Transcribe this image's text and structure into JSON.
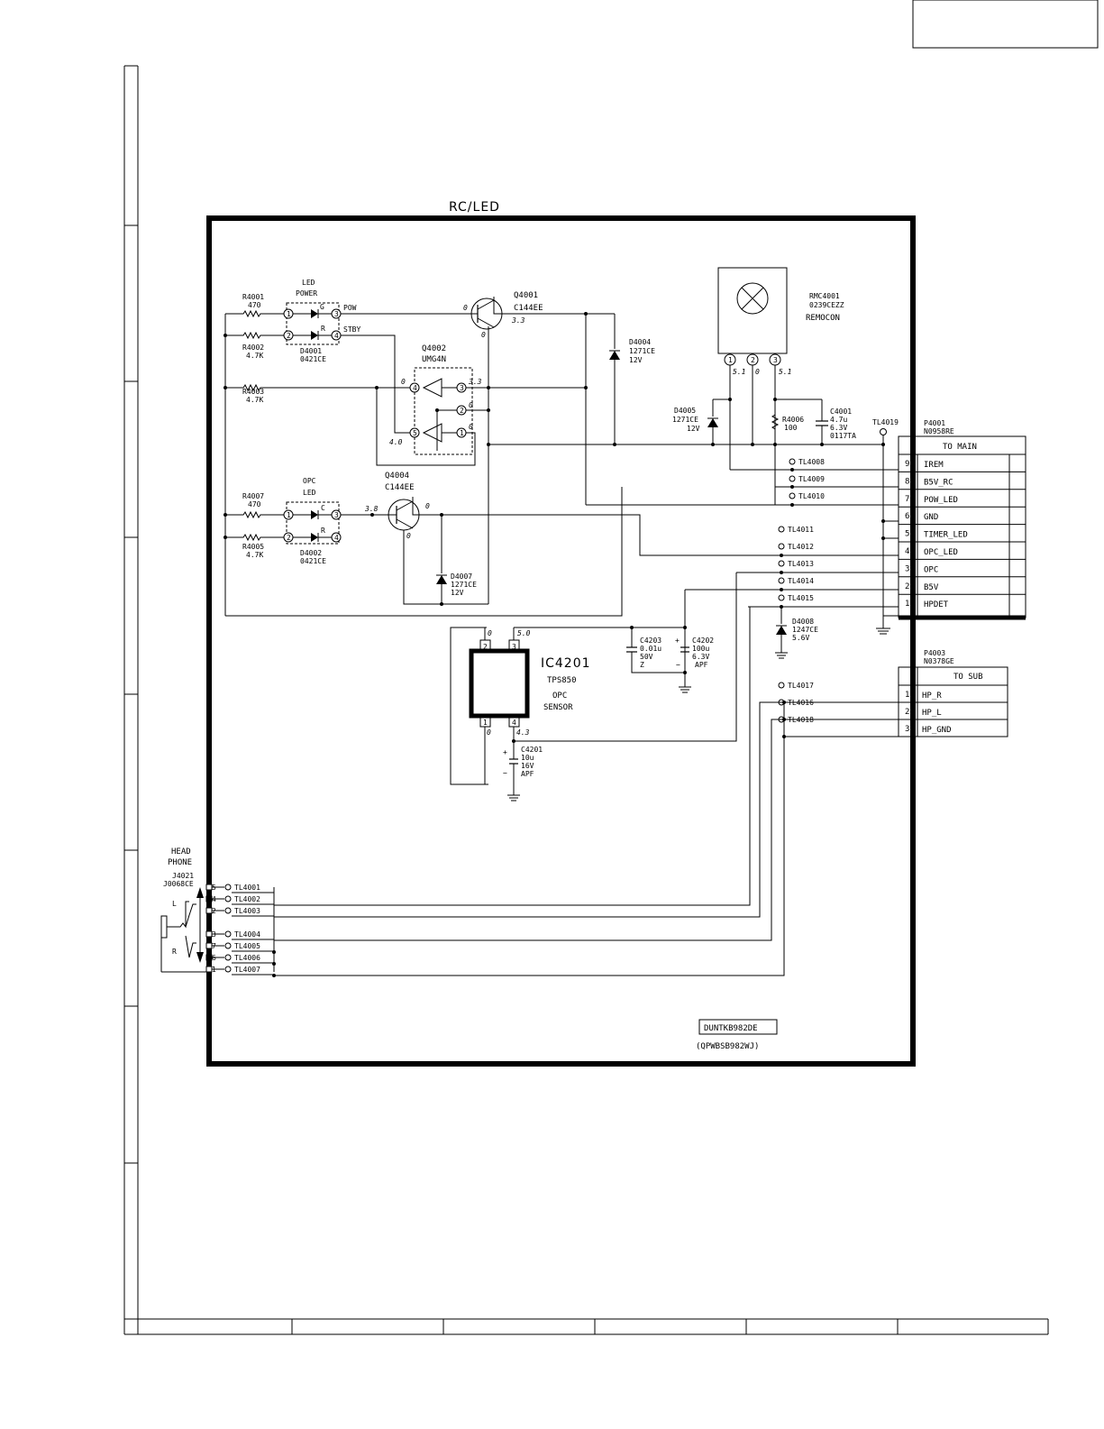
{
  "block_title": "RC/LED",
  "board_code": "DUNTKB982DE",
  "board_pwb": "(QPWBSB982WJ)",
  "led_power": {
    "line1": "LED",
    "line2": "POWER",
    "part": "D4001",
    "partno": "0421CE",
    "pin_g": "G",
    "pin_r": "R",
    "sig_pow": "POW",
    "sig_stby": "STBY"
  },
  "led_opc": {
    "line1": "OPC",
    "line2": "LED",
    "part": "D4002",
    "partno": "0421CE",
    "pin_c": "C",
    "pin_r": "R"
  },
  "resistors": [
    {
      "ref": "R4001",
      "val": "470"
    },
    {
      "ref": "R4002",
      "val": "4.7K"
    },
    {
      "ref": "R4003",
      "val": "4.7K"
    },
    {
      "ref": "R4007",
      "val": "470"
    },
    {
      "ref": "R4005",
      "val": "4.7K"
    },
    {
      "ref": "R4006",
      "val": "100"
    }
  ],
  "transistors": [
    {
      "ref": "Q4001",
      "part": "C144EE"
    },
    {
      "ref": "Q4002",
      "part": "UMG4N"
    },
    {
      "ref": "Q4004",
      "part": "C144EE"
    }
  ],
  "diodes": [
    {
      "ref": "D4004",
      "part": "1271CE",
      "val": "12V"
    },
    {
      "ref": "D4005",
      "part": "1271CE",
      "val": "12V"
    },
    {
      "ref": "D4007",
      "part": "1271CE",
      "val": "12V"
    },
    {
      "ref": "D4008",
      "part": "1247CE",
      "val": "5.6V"
    }
  ],
  "remocon": {
    "ref": "RMC4001",
    "part": "0239CEZZ",
    "name": "REMOCON"
  },
  "capacitors": [
    {
      "ref": "C4001",
      "val": "4.7u",
      "volt": "6.3V",
      "part": "0117TA"
    },
    {
      "ref": "C4203",
      "val": "0.01u",
      "volt": "50V",
      "part": "Z"
    },
    {
      "ref": "C4202",
      "val": "100u",
      "volt": "6.3V",
      "part": "APF"
    },
    {
      "ref": "C4201",
      "val": "10u",
      "volt": "16V",
      "part": "APF"
    }
  ],
  "ic": {
    "ref": "IC4201",
    "part": "TPS850",
    "desc1": "OPC",
    "desc2": "SENSOR"
  },
  "voltages": {
    "q4001_b": "0",
    "q4001_c": "0",
    "q4001_e": "3.3",
    "q4002_3": "3.3",
    "q4002_2": "0",
    "q4002_1": "0",
    "q4002_5": "4.0",
    "q4002_4": "0",
    "q4004_b": "3.8",
    "q4004_c": "0",
    "q4004_e": "0",
    "rmc_1": "5.1",
    "rmc_2": "0",
    "rmc_3": "5.1",
    "ic_2": "0",
    "ic_3": "5.0",
    "ic_1": "0",
    "ic_4": "4.3"
  },
  "p4001": {
    "ref": "P4001",
    "part": "N0958RE",
    "header": "TO MAIN",
    "pins": [
      {
        "n": "9",
        "name": "IREM"
      },
      {
        "n": "8",
        "name": "B5V_RC"
      },
      {
        "n": "7",
        "name": "POW_LED"
      },
      {
        "n": "6",
        "name": "GND"
      },
      {
        "n": "5",
        "name": "TIMER_LED"
      },
      {
        "n": "4",
        "name": "OPC_LED"
      },
      {
        "n": "3",
        "name": "OPC"
      },
      {
        "n": "2",
        "name": "B5V"
      },
      {
        "n": "1",
        "name": "HPDET"
      }
    ]
  },
  "p4003": {
    "ref": "P4003",
    "part": "N0378GE",
    "header": "TO SUB",
    "pins": [
      {
        "n": "1",
        "name": "HP_R"
      },
      {
        "n": "2",
        "name": "HP_L"
      },
      {
        "n": "3",
        "name": "HP_GND"
      }
    ]
  },
  "testpoints_right": [
    "TL4019",
    "TL4008",
    "TL4009",
    "TL4010",
    "TL4011",
    "TL4012",
    "TL4013",
    "TL4014",
    "TL4015",
    "TL4017",
    "TL4016",
    "TL4018"
  ],
  "headphone": {
    "line1": "HEAD",
    "line2": "PHONE",
    "ref": "J4021",
    "part": "J0068CE",
    "ch_l": "L",
    "ch_r": "R",
    "pins": [
      {
        "n": "5",
        "tl": "TL4001"
      },
      {
        "n": "4",
        "tl": "TL4002"
      },
      {
        "n": "2",
        "tl": "TL4003"
      },
      {
        "n": "3",
        "tl": "TL4004"
      },
      {
        "n": "7",
        "tl": "TL4005"
      },
      {
        "n": "6",
        "tl": "TL4006"
      },
      {
        "n": "1",
        "tl": "TL4007"
      }
    ]
  }
}
